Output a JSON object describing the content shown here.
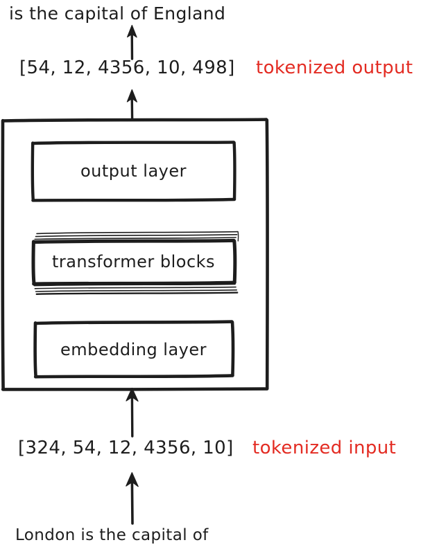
{
  "diagram": {
    "title_semantics": "llm-inference-pipeline",
    "colors": {
      "ink": "#1d1d1d",
      "accent_red": "#e32b22",
      "background": "#ffffff"
    },
    "top_sentence": "is the capital of England",
    "tokenized_output": {
      "tokens": "[54, 12, 4356, 10, 498]",
      "label": "tokenized output"
    },
    "model": {
      "blocks": [
        {
          "id": "output-layer",
          "label": "output layer",
          "stacked": false
        },
        {
          "id": "transformer-blocks",
          "label": "transformer blocks",
          "stacked": true
        },
        {
          "id": "embedding-layer",
          "label": "embedding layer",
          "stacked": false
        }
      ]
    },
    "tokenized_input": {
      "tokens": "[324, 54, 12, 4356, 10]",
      "label": "tokenized input"
    },
    "bottom_sentence": "London is the capital of",
    "arrows": [
      {
        "id": "arrow-output-to-sentence",
        "direction": "up"
      },
      {
        "id": "arrow-model-to-output-tokens",
        "direction": "up"
      },
      {
        "id": "arrow-input-tokens-to-model",
        "direction": "up"
      },
      {
        "id": "arrow-sentence-to-input-tokens",
        "direction": "up"
      }
    ]
  }
}
